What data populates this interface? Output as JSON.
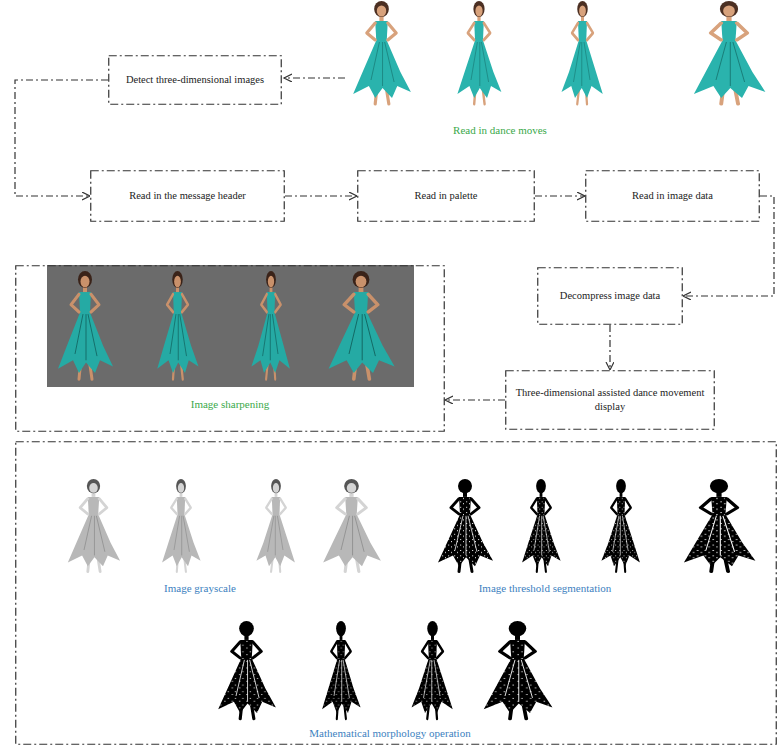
{
  "diagram": {
    "nodes": [
      {
        "text": [
          "Detect three-dimensional images"
        ]
      },
      {
        "text": [
          "Read in the message header"
        ]
      },
      {
        "text": [
          "Read in palette"
        ]
      },
      {
        "text": [
          "Read in image data"
        ]
      },
      {
        "text": [
          "Decompress image data"
        ]
      },
      {
        "text": [
          "Image sharpening"
        ]
      },
      {
        "text": [
          "Three-dimensional assisted dance movement display"
        ]
      },
      {
        "text": [
          "Image grayscale",
          "Image threshold segmentation",
          "Mathematical morphology operation"
        ]
      }
    ],
    "edges": [
      {
        "from": 0,
        "to": 1,
        "arrow": "to"
      },
      {
        "from": 1,
        "to": 2,
        "arrow": "to"
      },
      {
        "from": 2,
        "to": 3,
        "arrow": "to"
      },
      {
        "from": 3,
        "to": 4,
        "arrow": "to"
      },
      {
        "from": 4,
        "to": 6,
        "arrow": "to"
      },
      {
        "from": 6,
        "to": 5,
        "arrow": "to"
      }
    ],
    "labels": [
      "Read in dance moves"
    ]
  }
}
